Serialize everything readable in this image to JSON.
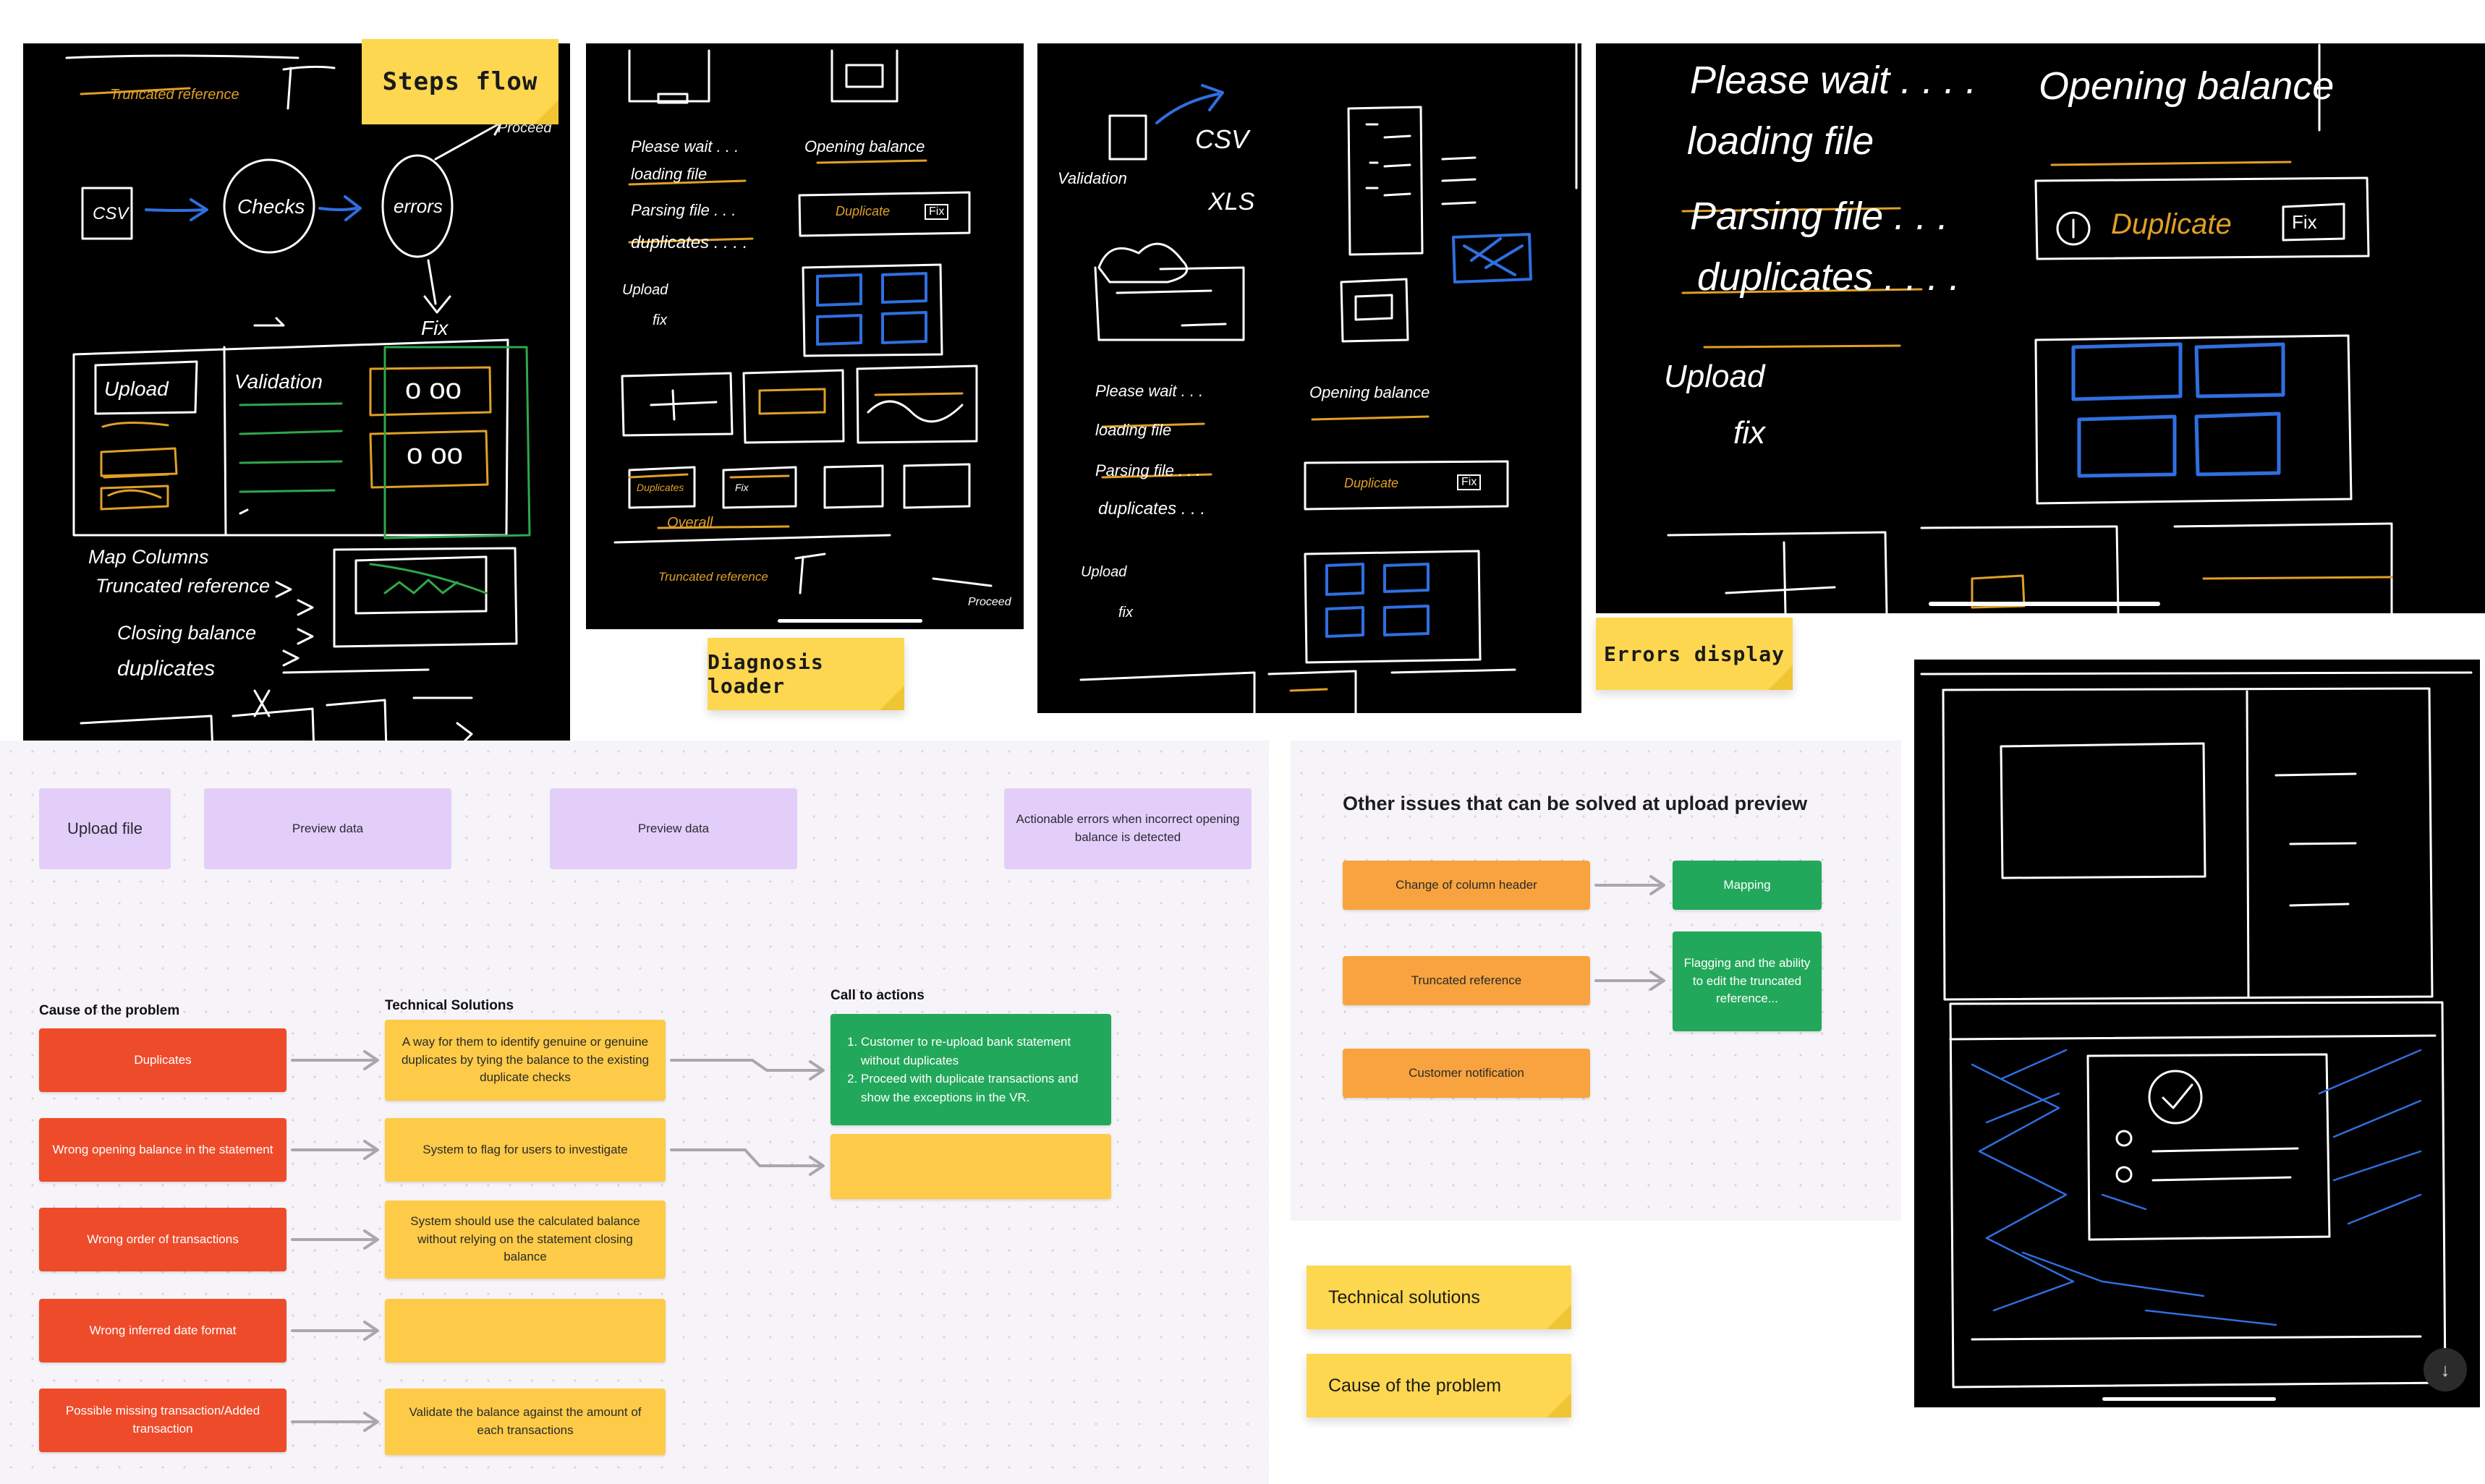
{
  "stickies": {
    "steps_flow": "Steps flow",
    "diagnosis_loader": "Diagnosis loader",
    "errors_display": "Errors display",
    "technical_solutions": "Technical solutions",
    "cause_of_problem": "Cause of the problem"
  },
  "sketch1": {
    "truncated_top": "Truncated reference",
    "proceed": "Proceed",
    "csv": "CSV",
    "checks": "Checks",
    "errors": "errors",
    "fix": "Fix",
    "upload": "Upload",
    "validation": "Validation",
    "map_columns": "Map Columns",
    "truncated_reference": "Truncated reference",
    "closing_balance": "Closing balance",
    "duplicates": "duplicates"
  },
  "sketch2": {
    "please_wait": "Please wait . . .",
    "loading_file": "loading file",
    "parsing_file": "Parsing file . . .",
    "duplicates": "duplicates . . . .",
    "opening_balance": "Opening balance",
    "duplicate": "Duplicate",
    "fix": "Fix",
    "upload": "Upload",
    "fix2": "fix",
    "duplicates_tag": "Duplicates",
    "fix3": "Fix",
    "overall": "Overall",
    "truncated_reference": "Truncated reference",
    "proceed": "Proceed"
  },
  "sketch3": {
    "csv": "CSV",
    "xls": "XLS",
    "validation": "Validation",
    "please_wait": "Please wait . . .",
    "loading_file": "loading file",
    "parsing_file": "Parsing file . . .",
    "duplicates": "duplicates . . .",
    "opening_balance": "Opening balance",
    "duplicate": "Duplicate",
    "fix": "Fix",
    "upload": "Upload",
    "fix2": "fix"
  },
  "sketch4": {
    "please_wait": "Please wait . . . .",
    "loading_file": "loading file",
    "parsing_file": "Parsing file . . .",
    "duplicates": "duplicates . . . .",
    "opening_balance": "Opening balance",
    "duplicate": "Duplicate",
    "fix": "Fix",
    "upload": "Upload",
    "fix2": "fix"
  },
  "board": {
    "steps": [
      "Upload file",
      "Preview data",
      "Preview data",
      "Actionable errors when incorrect opening balance is detected"
    ],
    "cause_heading": "Cause of the problem",
    "tech_heading": "Technical Solutions",
    "cta_heading": "Call to actions",
    "causes": [
      "Duplicates",
      "Wrong opening balance in the statement",
      "Wrong order of transactions",
      "Wrong inferred date format",
      "Possible missing transaction/Added transaction"
    ],
    "solutions": [
      "A way for them to identify genuine or genuine duplicates by tying the balance to the existing duplicate checks",
      "System to flag for users to investigate",
      "System should use the calculated balance without relying on the statement closing balance",
      "",
      "Validate the balance against the amount of each transactions"
    ],
    "cta_items": [
      "Customer to re-upload bank statement without duplicates",
      "Proceed with duplicate transactions and show the exceptions in the VR."
    ]
  },
  "other": {
    "heading": "Other issues that can be solved at upload preview",
    "issues": [
      "Change of column header",
      "Truncated reference",
      "Customer notification"
    ],
    "fixes": [
      "Mapping",
      "Flagging and the ability to edit the truncated reference..."
    ]
  },
  "fab_icon": "download-arrow-icon",
  "colors": {
    "sketch_bg": "#000000",
    "sticky": "#fdd750",
    "purple": "#e3cefa",
    "red": "#ee4b2b",
    "yellow": "#fdcb48",
    "green": "#22a85a",
    "orange": "#f8a33f",
    "board_bg": "#f6f4f8",
    "ink_blue": "#2f6fe0",
    "ink_orange": "#e0a027",
    "ink_green": "#2fa84a"
  }
}
